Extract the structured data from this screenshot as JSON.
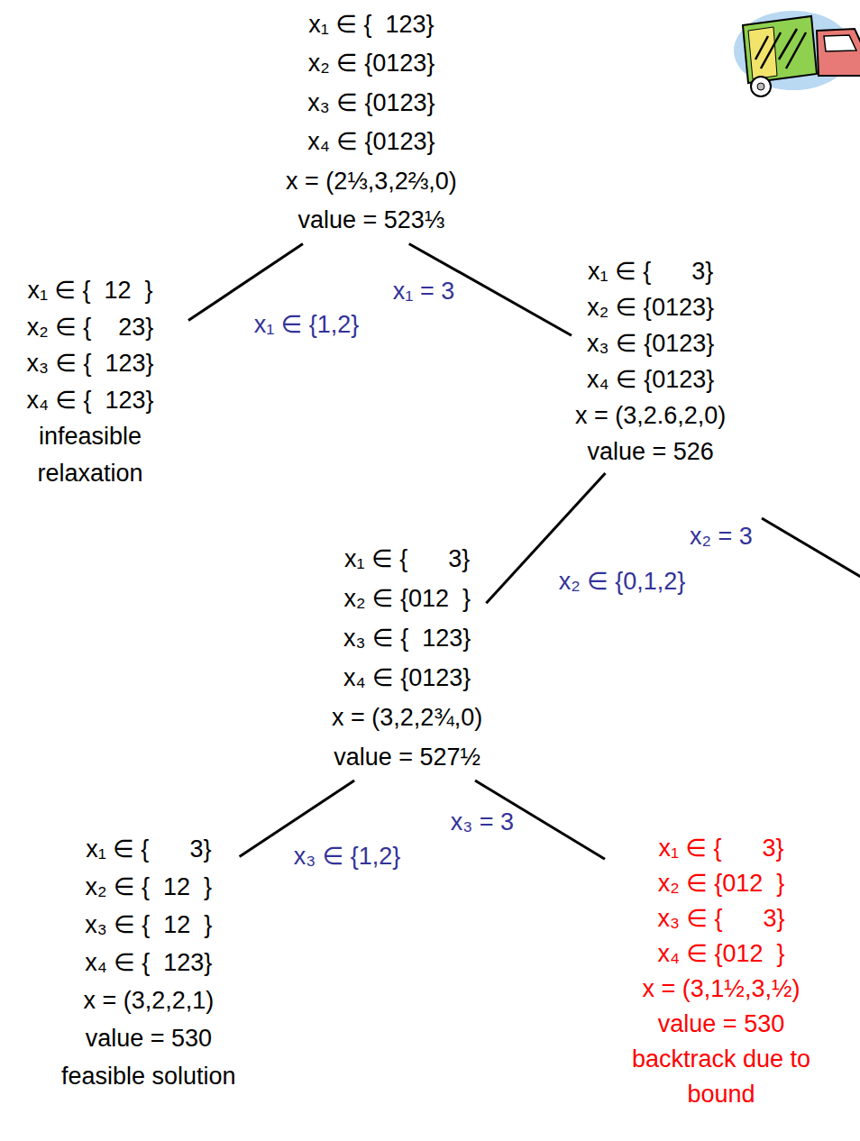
{
  "diagram": {
    "nodes": [
      {
        "text": [
          "x₁ ∈ {  123}",
          "x₂ ∈ {0123}",
          "x₃ ∈ {0123}",
          "x₄ ∈ {0123}",
          "x = (2⅓,3,2⅔,0)",
          "value = 523⅓"
        ]
      },
      {
        "text": [
          "x₁ ∈ {  12  }",
          "x₂ ∈ {    23}",
          "x₃ ∈ {  123}",
          "x₄ ∈ {  123}",
          "infeasible relaxation"
        ]
      },
      {
        "text": [
          "x₁ ∈ {      3}",
          "x₂ ∈ {0123}",
          "x₃ ∈ {0123}",
          "x₄ ∈ {0123}",
          "x = (3,2.6,2,0)",
          "value = 526"
        ]
      },
      {
        "text": [
          "x₁ ∈ {      3}",
          "x₂ ∈ {012  }",
          "x₃ ∈ {  123}",
          "x₄ ∈ {0123}",
          "x = (3,2,2¾,0)",
          "value = 527½"
        ]
      },
      {
        "text": [
          "x₁ ∈ {      3}",
          "x₂ ∈ {  12  }",
          "x₃ ∈ {  12  }",
          "x₄ ∈ {  123}",
          "x = (3,2,2,1)",
          "value = 530",
          "feasible solution"
        ]
      },
      {
        "text": [
          "x₁ ∈ {      3}",
          "x₂ ∈ {012  }",
          "x₃ ∈ {      3}",
          "x₄ ∈ {012  }",
          "x = (3,1½,3,½)",
          "value = 530",
          "backtrack due to bound"
        ]
      }
    ],
    "edges": [
      {
        "from": 0,
        "to": 1,
        "label": "x₁ ∈ {1,2}",
        "arrow": "none"
      },
      {
        "from": 0,
        "to": 2,
        "label": "x₁ = 3",
        "arrow": "none"
      },
      {
        "from": 2,
        "to": 3,
        "label": "x₂ ∈ {0,1,2}",
        "arrow": "none"
      },
      {
        "from": 3,
        "to": 4,
        "label": "x₃ ∈ {1,2}",
        "arrow": "none"
      },
      {
        "from": 3,
        "to": 5,
        "label": "x₃ = 3",
        "arrow": "none"
      }
    ],
    "labels": [
      "x₂ = 3"
    ]
  }
}
